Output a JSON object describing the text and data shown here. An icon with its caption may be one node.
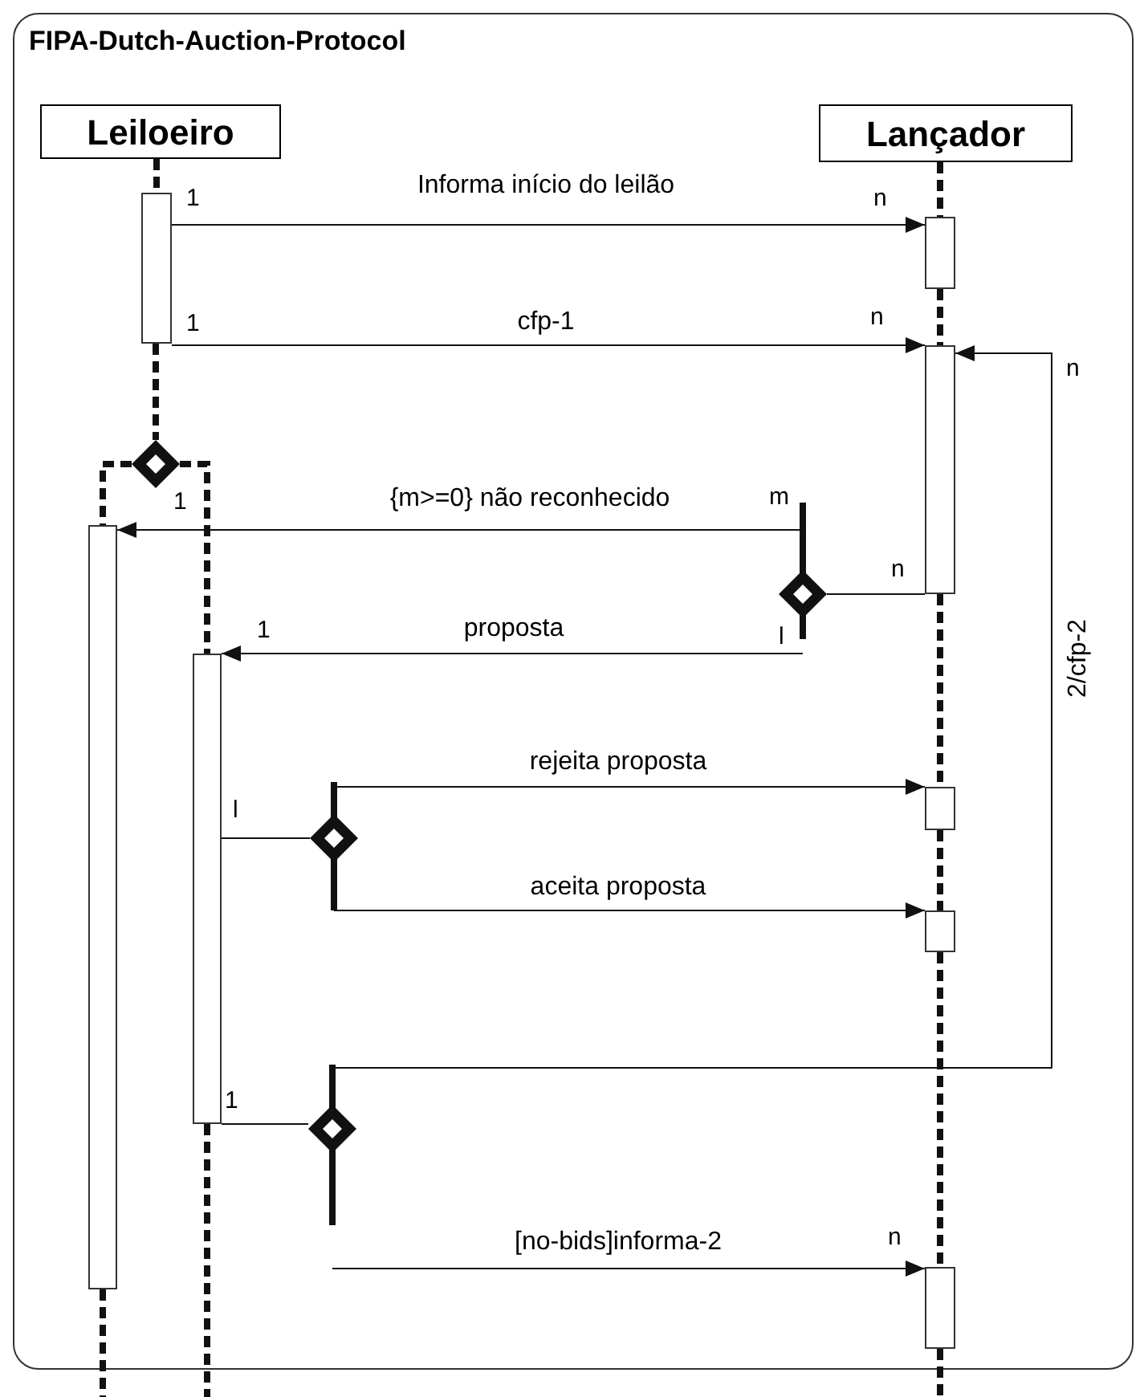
{
  "diagram": {
    "title": "FIPA-Dutch-Auction-Protocol",
    "nodes": [
      {
        "text": [
          "Leiloeiro"
        ]
      },
      {
        "text": [
          "Lançador"
        ]
      },
      {
        "text": [],
        "shape": "bar"
      },
      {
        "text": [],
        "shape": "bar"
      },
      {
        "text": [],
        "shape": "bar"
      },
      {
        "text": [],
        "shape": "diamond"
      },
      {
        "text": [],
        "shape": "bar"
      },
      {
        "text": [],
        "shape": "bar"
      },
      {
        "text": [],
        "shape": "diamond"
      },
      {
        "text": [],
        "shape": "diamond"
      },
      {
        "text": [],
        "shape": "bar"
      },
      {
        "text": [],
        "shape": "bar"
      },
      {
        "text": [],
        "shape": "diamond"
      },
      {
        "text": [],
        "shape": "bar"
      }
    ],
    "edges": [
      {
        "from": 0,
        "to": 2,
        "arrow": "none",
        "style": "dashed"
      },
      {
        "from": 2,
        "to": 5,
        "arrow": "none",
        "style": "dashed"
      },
      {
        "from": 5,
        "to": 6,
        "arrow": "none",
        "style": "dashed"
      },
      {
        "from": 5,
        "to": 7,
        "arrow": "none",
        "style": "dashed"
      },
      {
        "from": 1,
        "to": 3,
        "arrow": "none",
        "style": "dashed"
      },
      {
        "from": 3,
        "to": 4,
        "arrow": "none",
        "style": "dashed"
      },
      {
        "from": 4,
        "to": 10,
        "arrow": "none",
        "style": "dashed"
      },
      {
        "from": 10,
        "to": 11,
        "arrow": "none",
        "style": "dashed"
      },
      {
        "from": 11,
        "to": 13,
        "arrow": "none",
        "style": "dashed"
      },
      {
        "from": 2,
        "to": 3,
        "arrow": "to",
        "label": "Informa início do leilão"
      },
      {
        "from": 2,
        "to": 4,
        "arrow": "to",
        "label": "cfp-1"
      },
      {
        "from": 8,
        "to": 6,
        "arrow": "to",
        "label": "{m>=0} não reconhecido"
      },
      {
        "from": 4,
        "to": 8,
        "arrow": "none"
      },
      {
        "from": 8,
        "to": 7,
        "arrow": "to",
        "label": "proposta"
      },
      {
        "from": 7,
        "to": 9,
        "arrow": "none"
      },
      {
        "from": 9,
        "to": 10,
        "arrow": "to",
        "label": "rejeita proposta"
      },
      {
        "from": 9,
        "to": 11,
        "arrow": "to",
        "label": "aceita proposta"
      },
      {
        "from": 7,
        "to": 12,
        "arrow": "none"
      },
      {
        "from": 12,
        "to": 4,
        "arrow": "to",
        "label": "2/cfp-2"
      },
      {
        "from": 12,
        "to": 13,
        "arrow": "to",
        "label": "[no-bids]informa-2"
      }
    ],
    "labels": [
      "1",
      "n",
      "1",
      "n",
      "n",
      "1",
      "m",
      "n",
      "1",
      "l",
      "l",
      "1",
      "n"
    ]
  }
}
